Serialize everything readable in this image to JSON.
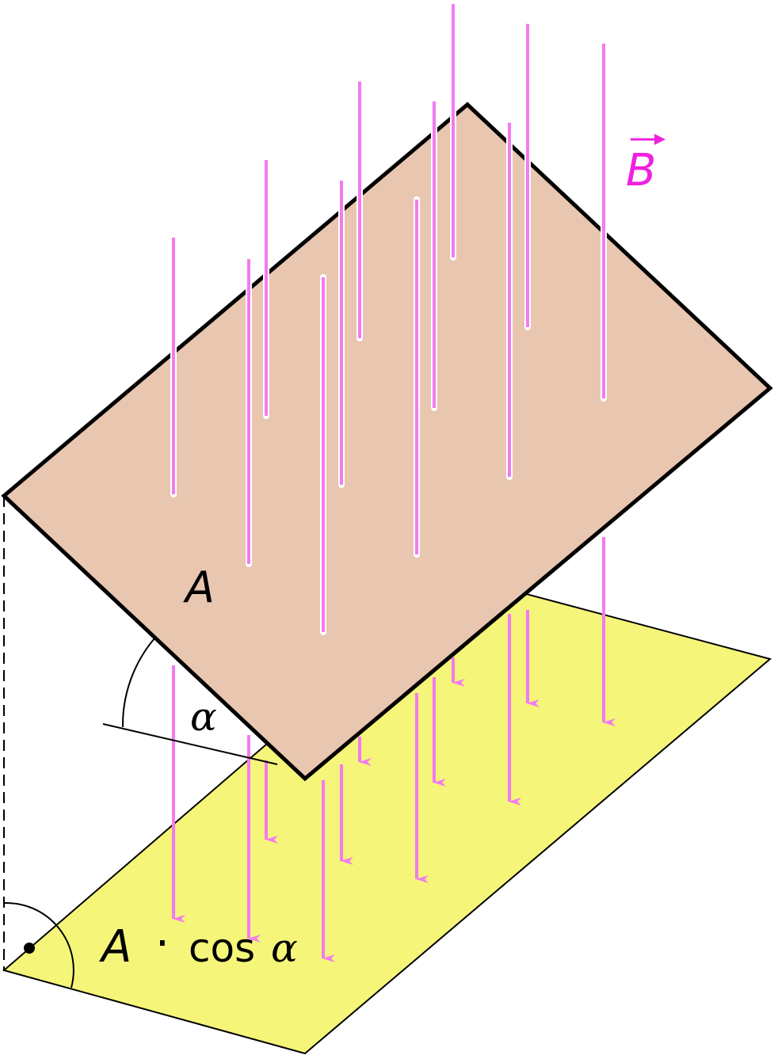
{
  "labels": {
    "tilted_area": "A",
    "angle": "α",
    "field": "B",
    "projected_area_symbol": "A",
    "projected_dot": "·",
    "projected_cos": "cos",
    "projected_alpha": "α"
  },
  "colors": {
    "tilted_plate": "#e8c6b0",
    "projected_plane": "#f5f57a",
    "field_lines": "#f47af0",
    "field_label": "#f020e0",
    "outline": "#000000"
  },
  "field_lines": [
    {
      "top": [
        572,
        5
      ],
      "bottom": [
        572,
        325
      ],
      "below_from": 830,
      "below_to": 862
    },
    {
      "top": [
        666,
        30
      ],
      "bottom": [
        666,
        413
      ],
      "below_from": 770,
      "below_to": 888
    },
    {
      "top": [
        762,
        55
      ],
      "bottom": [
        762,
        503
      ],
      "below_from": 678,
      "below_to": 912
    },
    {
      "top": [
        454,
        103
      ],
      "bottom": [
        454,
        427
      ],
      "below_from": 930,
      "below_to": 962
    },
    {
      "top": [
        548,
        128
      ],
      "bottom": [
        548,
        515
      ],
      "below_from": 855,
      "below_to": 988
    },
    {
      "top": [
        643,
        155
      ],
      "bottom": [
        643,
        602
      ],
      "below_from": 775,
      "below_to": 1012
    },
    {
      "top": [
        336,
        202
      ],
      "bottom": [
        336,
        525
      ],
      "below_from": 960,
      "below_to": 1060
    },
    {
      "top": [
        431,
        228
      ],
      "bottom": [
        431,
        612
      ],
      "below_from": 965,
      "below_to": 1087
    },
    {
      "top": [
        526,
        252
      ],
      "bottom": [
        526,
        700
      ],
      "below_from": 875,
      "below_to": 1110
    },
    {
      "top": [
        219,
        300
      ],
      "bottom": [
        219,
        624
      ],
      "below_from": 840,
      "below_to": 1160
    },
    {
      "top": [
        314,
        327
      ],
      "bottom": [
        314,
        712
      ],
      "below_from": 928,
      "below_to": 1185
    },
    {
      "top": [
        408,
        350
      ],
      "bottom": [
        408,
        798
      ],
      "below_from": 985,
      "below_to": 1210
    }
  ]
}
